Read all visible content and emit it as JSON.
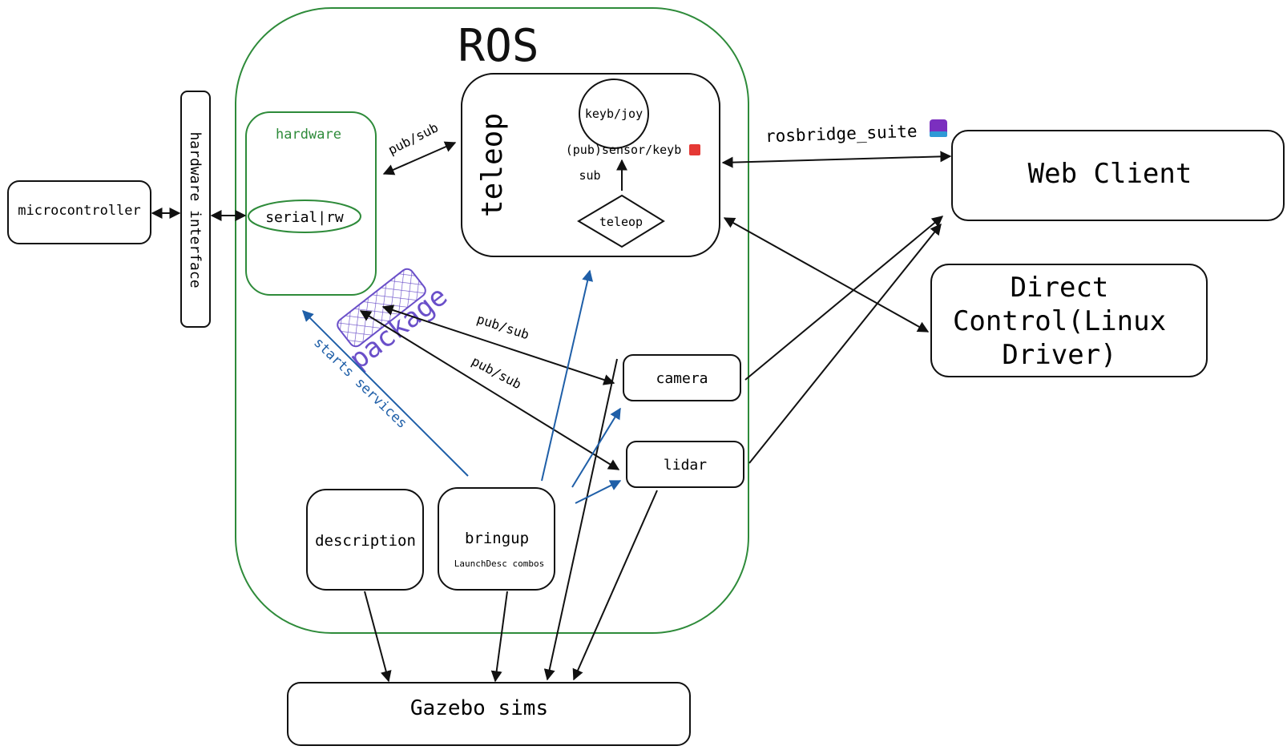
{
  "ros": {
    "title": "ROS"
  },
  "hardware": {
    "title": "hardware",
    "serial": "serial|rw"
  },
  "teleop": {
    "title": "teleop",
    "keyb_joy": "keyb/joy",
    "sensor": "(pub)sensor/keyb",
    "sub": "sub",
    "node": "teleop"
  },
  "nodes": {
    "microcontroller": "microcontroller",
    "hardware_interface": "hardware interface",
    "camera": "camera",
    "lidar": "lidar",
    "description": "description",
    "bringup": "bringup",
    "bringup_sub": "LaunchDesc combos",
    "gazebo": "Gazebo sims",
    "web_client": "Web Client",
    "direct_control": [
      "Direct",
      "Control(Linux",
      "Driver)"
    ]
  },
  "edges": {
    "pubsub_teleop": "pub/sub",
    "pubsub_camera": "pub/sub",
    "pubsub_lidar": "pub/sub",
    "starts_services": "starts services",
    "package": "package",
    "rosbridge": "rosbridge_suite"
  },
  "colors": {
    "ros_border": "#2e8b3a",
    "blue_arrow": "#1f5fa8",
    "package": "#6a4fc9"
  }
}
